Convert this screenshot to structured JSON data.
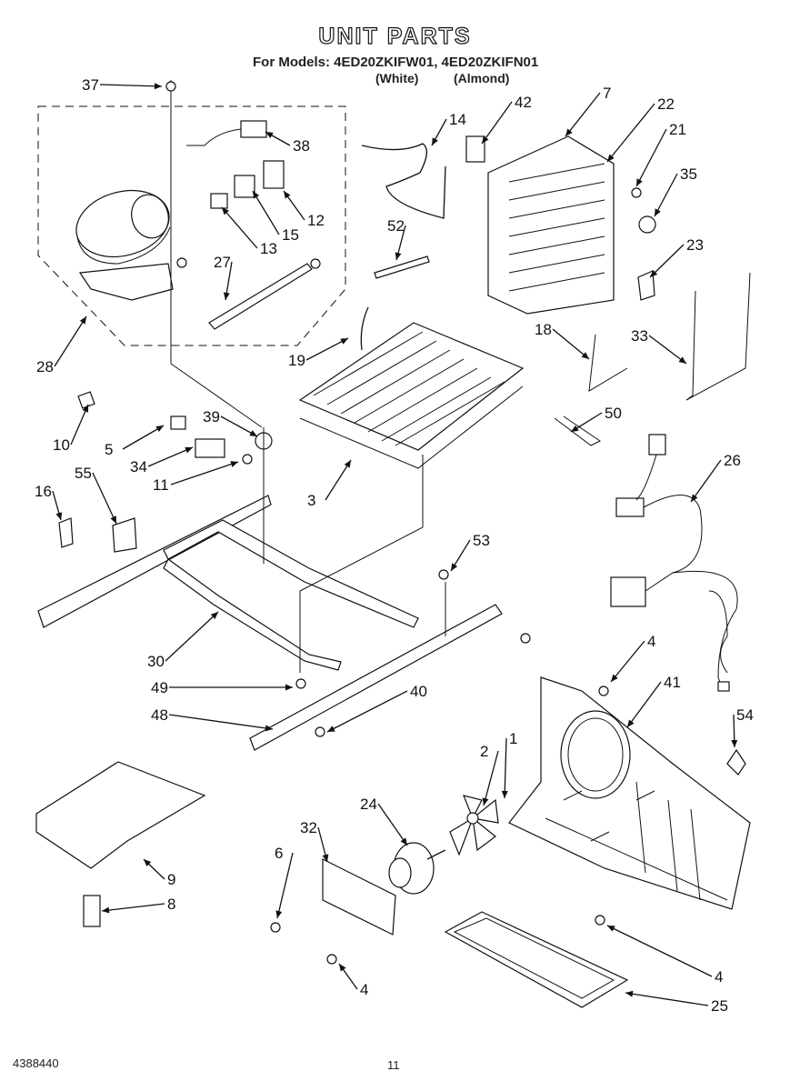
{
  "header": {
    "title": "UNIT PARTS",
    "models": "For Models: 4ED20ZKIFW01, 4ED20ZKIFN01",
    "color_white": "(White)",
    "color_almond": "(Almond)"
  },
  "callouts": [
    "37",
    "38",
    "14",
    "42",
    "7",
    "22",
    "21",
    "35",
    "23",
    "12",
    "15",
    "13",
    "27",
    "28",
    "52",
    "19",
    "18",
    "33",
    "3",
    "39",
    "10",
    "5",
    "34",
    "11",
    "16",
    "55",
    "50",
    "26",
    "53",
    "30",
    "49",
    "48",
    "40",
    "4",
    "41",
    "54",
    "2",
    "1",
    "24",
    "32",
    "6",
    "9",
    "8",
    "4",
    "4",
    "25"
  ],
  "footer": {
    "doc_number": "4388440",
    "page_number": "11"
  }
}
